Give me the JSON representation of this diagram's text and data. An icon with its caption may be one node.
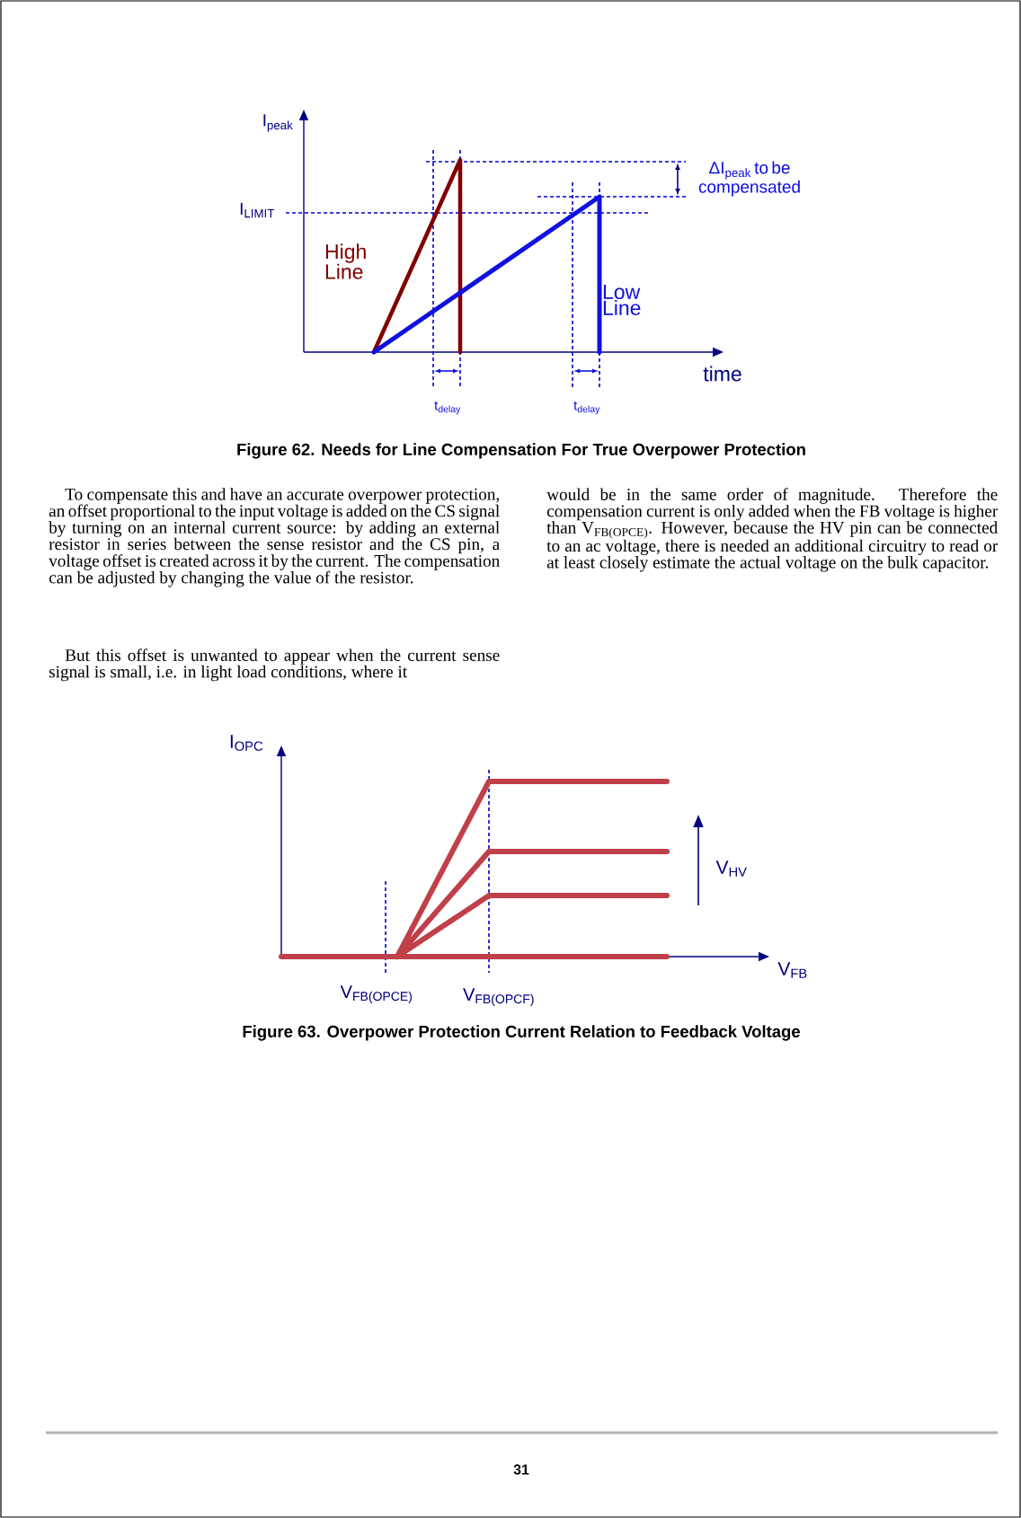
{
  "diagram": {
    "labels": [
      "I$_{peak}$",
      "I$_{LIMIT}$",
      "ΔI$_{peak}$ to be compensated",
      "High Line",
      "Low Line",
      "time",
      "t$_{delay}$",
      "t$_{delay}$",
      "Figure 62. Needs for Line Compensation For True Overpower Protection",
      "To compensate this and have an accurate overpower protection, an offset proportional to the input voltage is added on the CS signal by turning on an internal current source: by adding an external resistor in series between the sense resistor and the CS pin, a voltage offset is created across it by the current. The compensation can be adjusted by changing the value of the resistor.",
      "But this offset is unwanted to appear when the current sense signal is small, i.e. in light load conditions, where it",
      "would be in the same order of magnitude. Therefore the compensation current is only added when the FB voltage is higher than V$_{FB(OPCE)}$. However, because the HV pin can be connected to an ac voltage, there is needed an additional circuitry to read or at least closely estimate the actual voltage on the bulk capacitor.",
      "I$_{OPC}$",
      "V$_{HV}$",
      "V$_{FB}$",
      "V$_{FB(OPCE)}$",
      "V$_{FB(OPCF)}$",
      "Figure 63. Overpower Protection Current Relation to Feedback Voltage",
      "31"
    ]
  }
}
